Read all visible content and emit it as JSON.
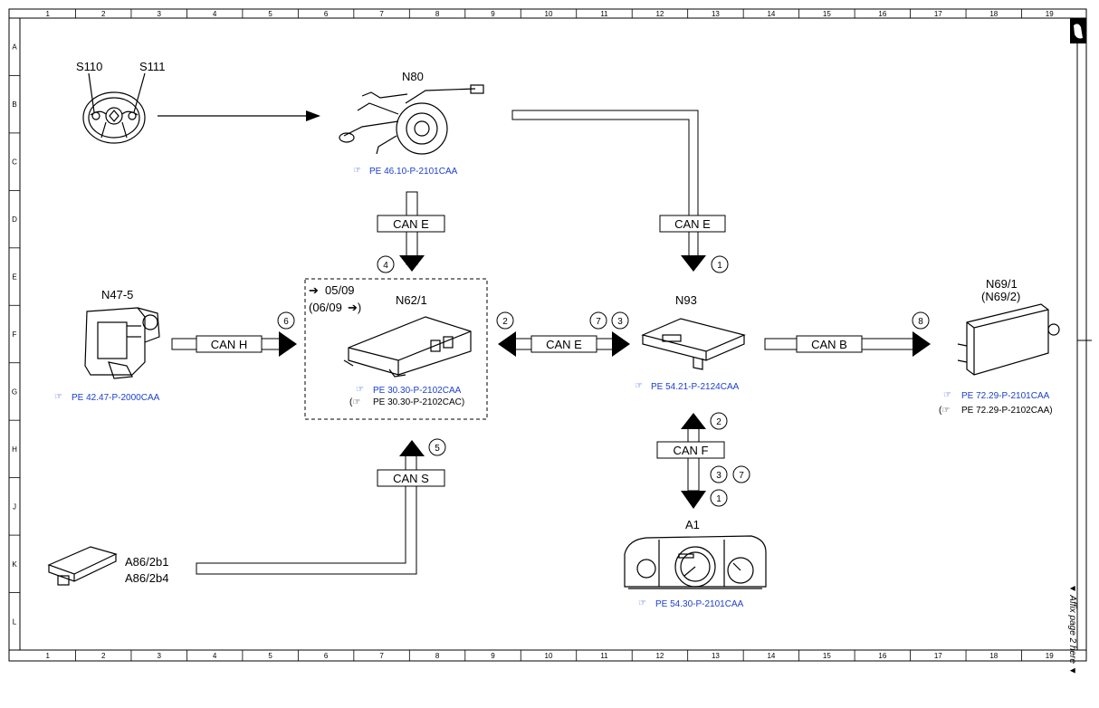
{
  "grid": {
    "columns": [
      "1",
      "2",
      "3",
      "4",
      "5",
      "6",
      "7",
      "8",
      "9",
      "10",
      "11",
      "12",
      "13",
      "14",
      "15",
      "16",
      "17",
      "18",
      "19"
    ],
    "rows": [
      "A",
      "B",
      "C",
      "D",
      "E",
      "F",
      "G",
      "H",
      "J",
      "K",
      "L"
    ]
  },
  "components": {
    "s110": "S110",
    "s111": "S111",
    "n80": "N80",
    "n47_5": "N47-5",
    "n62_1": "N62/1",
    "n93": "N93",
    "n69_1": "N69/1",
    "n69_2": "(N69/2)",
    "a1": "A1",
    "a86_2b1": "A86/2b1",
    "a86_2b4": "A86/2b4"
  },
  "dates": {
    "d1": "05/09",
    "d2": "(06/09"
  },
  "refs": {
    "n80": "PE 46.10-P-2101CAA",
    "n47_5": "PE 42.47-P-2000CAA",
    "n62_1": "PE 30.30-P-2102CAA",
    "n62_1_alt": "PE 30.30-P-2102CAC)",
    "n93": "PE 54.21-P-2124CAA",
    "n69_1": "PE 72.29-P-2101CAA",
    "n69_1_alt": "PE 72.29-P-2102CAA)",
    "a1": "PE 54.30-P-2101CAA"
  },
  "buses": {
    "can_e_left": "CAN E",
    "can_e_right": "CAN E",
    "can_h": "CAN H",
    "can_e_mid": "CAN E",
    "can_b": "CAN B",
    "can_s": "CAN S",
    "can_f": "CAN F"
  },
  "markers": {
    "m4": "4",
    "m1a": "1",
    "m6": "6",
    "m2a": "2",
    "m7a": "7",
    "m3a": "3",
    "m8": "8",
    "m2b": "2",
    "m3b": "3",
    "m7b": "7",
    "m1b": "1",
    "m5": "5"
  },
  "side_note": "▼ Affix page 2 here ▼"
}
